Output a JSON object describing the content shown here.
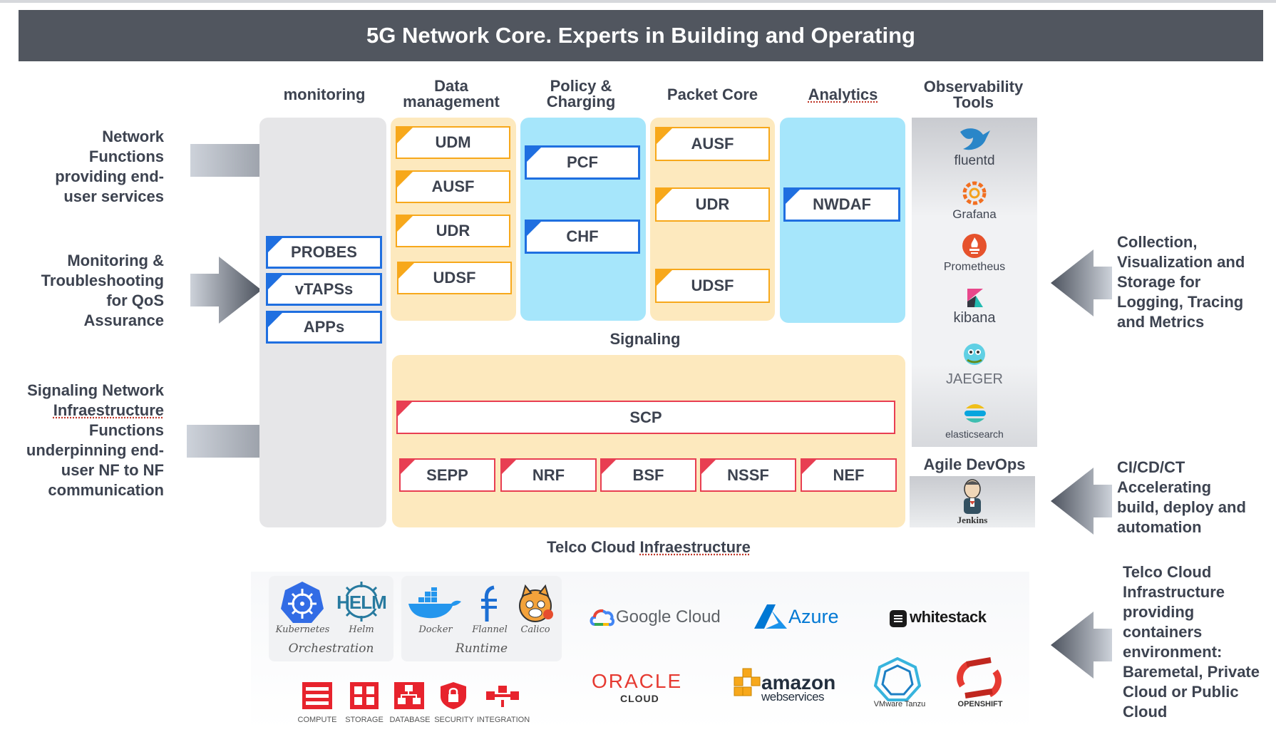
{
  "title": "5G Network Core. Experts in Building and Operating",
  "columns": {
    "monitoring": "monitoring",
    "data_management": [
      "Data",
      "management"
    ],
    "policy": [
      "Policy &",
      "Charging"
    ],
    "packet_core": "Packet Core",
    "analytics": "Analytics",
    "observability": [
      "Observability",
      "Tools"
    ]
  },
  "left_labels": {
    "nf": [
      "Network",
      "Functions",
      "providing end-",
      "user services"
    ],
    "mon": [
      "Monitoring &",
      "Troubleshooting",
      "for QoS",
      "Assurance"
    ],
    "sig": [
      "Signaling Network",
      "Infraestructure",
      "Functions",
      "underpinning end-",
      "user NF to NF",
      "communication"
    ]
  },
  "monitoring_boxes": [
    "PROBES",
    "vTAPSs",
    "APPs"
  ],
  "data_management_boxes": [
    "UDM",
    "AUSF",
    "UDR",
    "UDSF"
  ],
  "policy_boxes": [
    "PCF",
    "CHF"
  ],
  "packet_core_boxes": [
    "AUSF",
    "UDR",
    "UDSF"
  ],
  "analytics_boxes": [
    "NWDAF"
  ],
  "signaling_label": "Signaling",
  "scp": "SCP",
  "signaling_boxes": [
    "SEPP",
    "NRF",
    "BSF",
    "NSSF",
    "NEF"
  ],
  "observability_tools": [
    "fluentd",
    "Grafana",
    "Prometheus",
    "kibana",
    "JAEGER",
    "elasticsearch"
  ],
  "agile_devops": "Agile DevOps",
  "jenkins": "Jenkins",
  "right_labels": {
    "collection": [
      "Collection,",
      "Visualization and",
      "Storage for",
      "Logging, Tracing",
      "and Metrics"
    ],
    "cicd": [
      "CI/CD/CT",
      "Accelerating",
      "build, deploy and",
      "automation"
    ],
    "telco": [
      "Telco Cloud",
      "Infrastructure",
      "providing",
      "containers",
      "environment:",
      "Baremetal, Private",
      "Cloud or Public",
      "Cloud"
    ]
  },
  "telco_cloud_label": [
    "Telco Cloud ",
    "Infraestructure"
  ],
  "orchestration": {
    "label": "Orchestration",
    "items": [
      "Kubernetes",
      "Helm"
    ],
    "helm_logo": "HELM"
  },
  "runtime": {
    "label": "Runtime",
    "items": [
      "Docker",
      "Flannel",
      "Calico"
    ]
  },
  "infra_icons": [
    "COMPUTE",
    "STORAGE",
    "DATABASE",
    "SECURITY",
    "INTEGRATION"
  ],
  "cloud_logos": {
    "google": "Google Cloud",
    "azure": "Azure",
    "whitestack": "whitestack",
    "oracle": [
      "ORACLE",
      "CLOUD"
    ],
    "amazon": [
      "amazon",
      "webservices"
    ],
    "vmware": "VMware Tanzu",
    "openshift": "OPENSHIFT"
  },
  "colors": {
    "banner": "#51565f",
    "orange_panel": "#fde9be",
    "orange_accent": "#f7a81b",
    "blue_panel": "#a6e6fb",
    "blue_accent": "#1f6fe0",
    "red_accent": "#e83e52",
    "gray_panel": "#e6e6e8"
  }
}
